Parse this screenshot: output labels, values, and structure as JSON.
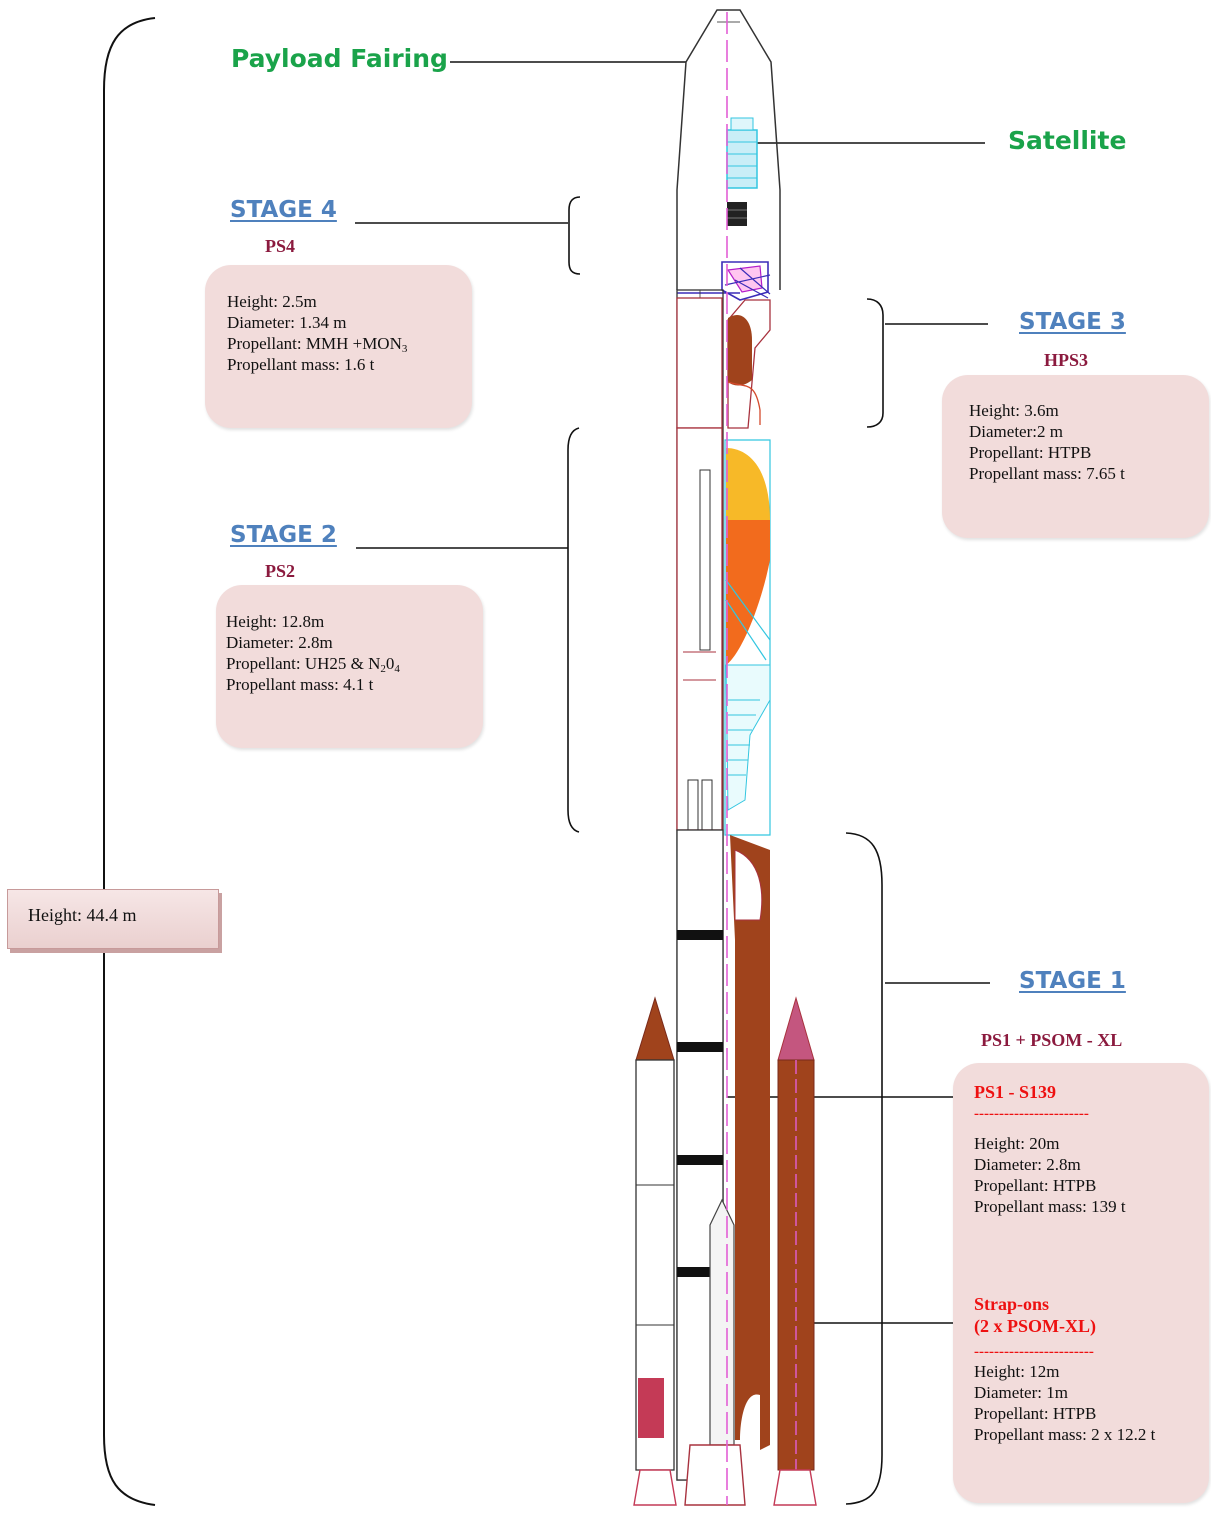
{
  "diagram": {
    "payload_fairing": "Payload Fairing",
    "satellite": "Satellite",
    "overall_height": "Height: 44.4 m",
    "stages": {
      "stage4": {
        "title": "STAGE 4",
        "name": "PS4",
        "specs": [
          "Height: 2.5m",
          "Diameter: 1.34 m",
          "Propellant: MMH +MON",
          "Propellant mass: 1.6 t"
        ],
        "propellant_subscript": "3"
      },
      "stage3": {
        "title": "STAGE 3",
        "name": "HPS3",
        "specs": [
          "Height: 3.6m",
          "Diameter:2 m",
          "Propellant: HTPB",
          "Propellant mass: 7.65 t"
        ]
      },
      "stage2": {
        "title": "STAGE 2",
        "name": "PS2",
        "specs": [
          "Height: 12.8m",
          "Diameter: 2.8m",
          "Propellant: UH25 & N",
          "Propellant mass: 4.1 t"
        ],
        "propellant_n_sub": "2",
        "propellant_zero": "0",
        "propellant_zero_sub": "4"
      },
      "stage1": {
        "title": "STAGE 1",
        "name": "PS1 + PSOM - XL",
        "core": {
          "heading": "PS1 - S139",
          "divider": "-----------------------",
          "specs": [
            "Height: 20m",
            "Diameter: 2.8m",
            "Propellant: HTPB",
            "Propellant mass: 139 t"
          ]
        },
        "strapons": {
          "heading_line1": "Strap-ons",
          "heading_line2": "(2 x PSOM-XL)",
          "divider": "------------------------",
          "specs": [
            "Height: 12m",
            "Diameter: 1m",
            "Propellant: HTPB",
            "Propellant mass: 2 x 12.2 t"
          ]
        }
      }
    },
    "colors": {
      "label_green": "#1aa34a",
      "stage_blue": "#4f81bd",
      "stage_maroon": "#8b1a3e",
      "box_fill": "#f2dcdb",
      "heading_red": "#ee1111",
      "structure_red": "#a8323e",
      "propellant_brown": "#a0431c",
      "propellant_orange": "#f26b1d",
      "propellant_yellow": "#f7b928",
      "line_cyan": "#33c6e0",
      "axis_magenta": "#e25fd5"
    }
  }
}
